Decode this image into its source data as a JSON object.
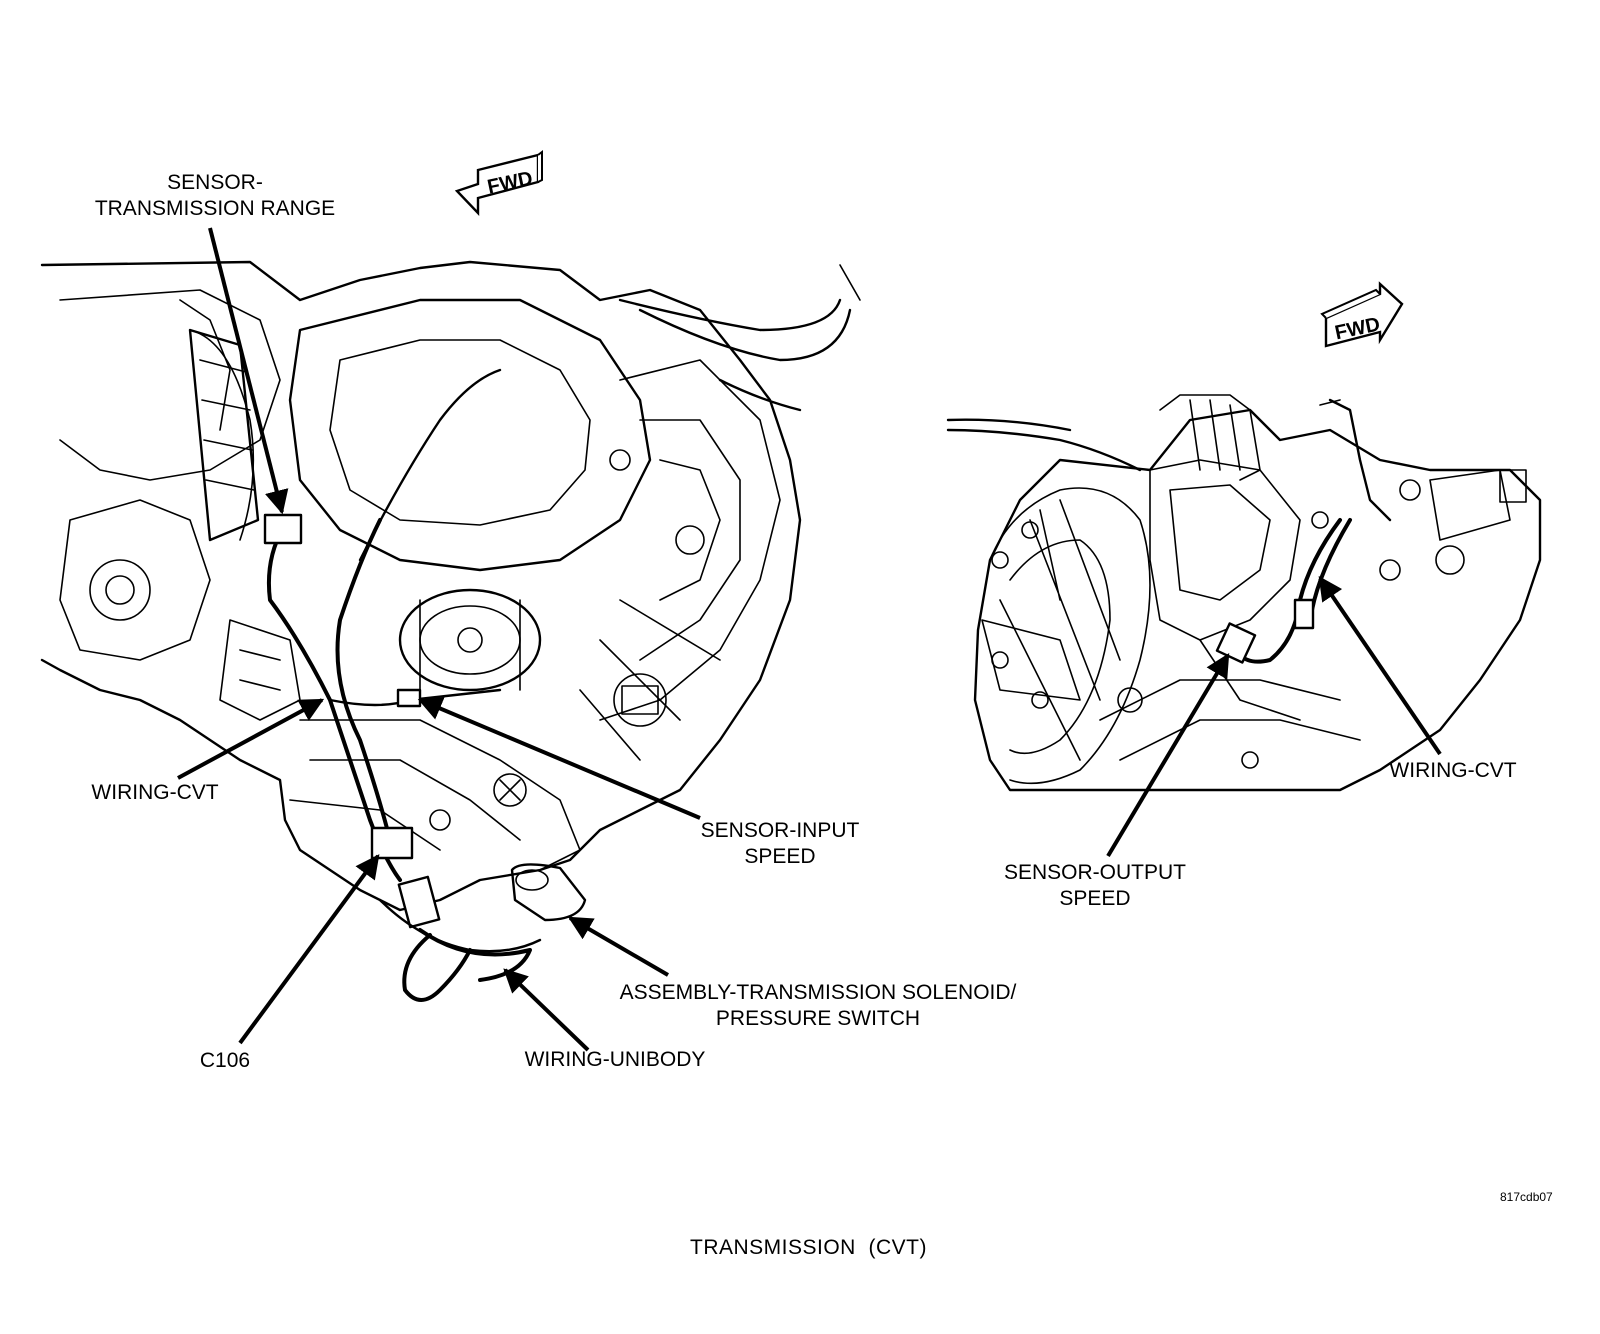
{
  "labels": {
    "sensor_transmission_range": [
      "SENSOR-",
      "TRANSMISSION RANGE"
    ],
    "wiring_cvt_left": "WIRING-CVT",
    "sensor_input_speed": [
      "SENSOR-INPUT",
      "SPEED"
    ],
    "assembly_solenoid": [
      "ASSEMBLY-TRANSMISSION SOLENOID/",
      "PRESSURE SWITCH"
    ],
    "wiring_unibody": "WIRING-UNIBODY",
    "c106": "C106",
    "wiring_cvt_right": "WIRING-CVT",
    "sensor_output_speed": [
      "SENSOR-OUTPUT",
      "SPEED"
    ]
  },
  "fwd_left": "FWD",
  "fwd_right": "FWD",
  "figure_code": "817cdb07",
  "caption": "TRANSMISSION  (CVT)"
}
